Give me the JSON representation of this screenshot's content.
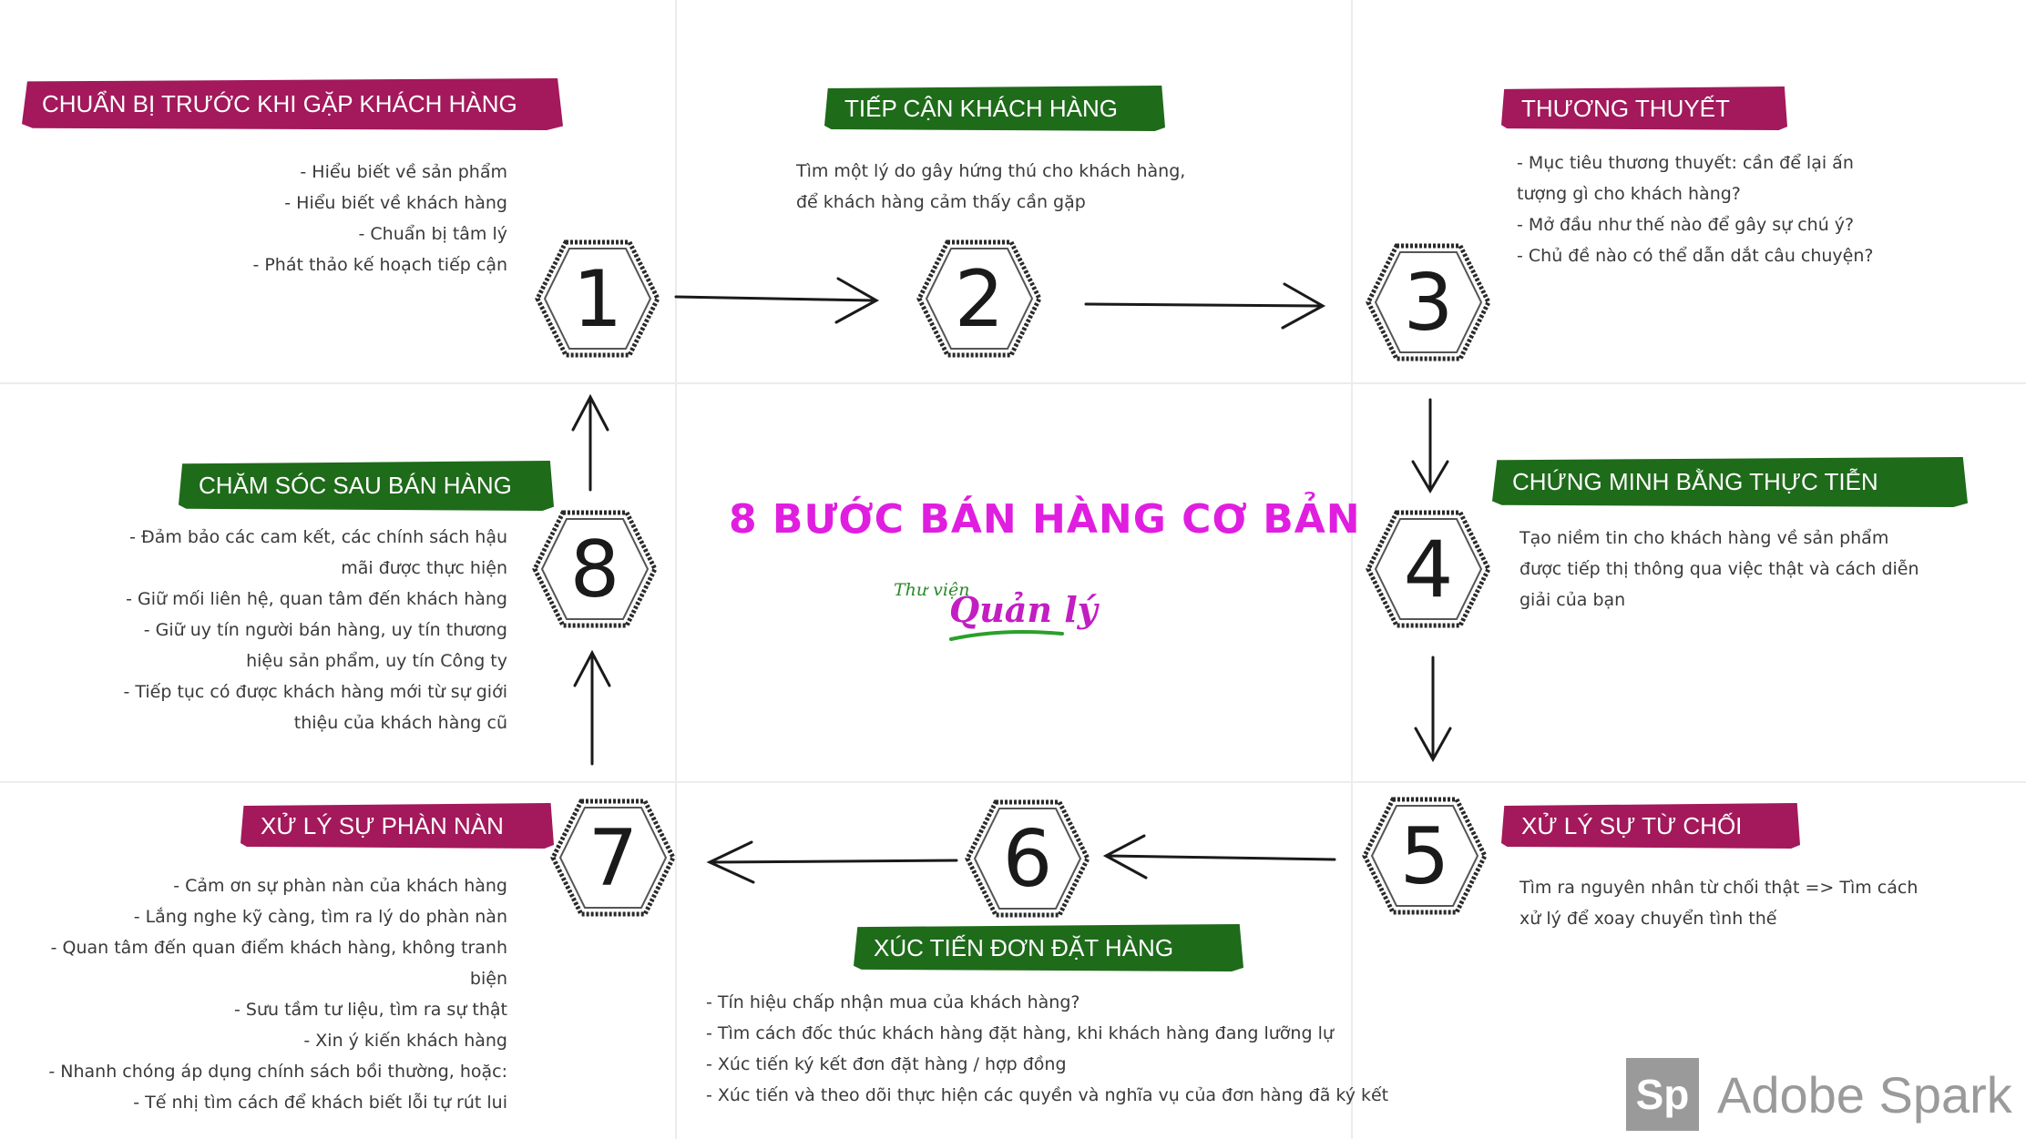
{
  "title": "8 BƯỚC BÁN HÀNG CƠ BẢN",
  "logo": {
    "small": "Thư viện",
    "big": "Quản lý"
  },
  "watermark": {
    "box": "Sp",
    "text": "Adobe Spark"
  },
  "colors": {
    "magenta": "#a3195b",
    "green": "#1e6b1a",
    "title": "#e01ee0"
  },
  "steps": [
    {
      "number": "1",
      "heading": "CHUẨN BỊ TRƯỚC KHI GẶP KHÁCH HÀNG",
      "lines": [
        "- Hiểu biết về sản phẩm",
        "- Hiểu biết về khách hàng",
        "- Chuẩn bị tâm lý",
        "- Phát thảo kế hoạch tiếp cận"
      ]
    },
    {
      "number": "2",
      "heading": "TIẾP CẬN KHÁCH HÀNG",
      "lines": [
        "Tìm một lý do gây hứng thú cho khách hàng,",
        "để khách hàng cảm thấy cần gặp"
      ]
    },
    {
      "number": "3",
      "heading": "THƯƠNG THUYẾT",
      "lines": [
        "- Mục tiêu thương thuyết: cần để lại ấn",
        "tượng gì cho khách hàng?",
        "- Mở đầu như thế nào để gây sự chú ý?",
        "- Chủ đề nào có thể dẫn dắt câu chuyện?"
      ]
    },
    {
      "number": "4",
      "heading": "CHỨNG MINH BẰNG THỰC TIỄN",
      "lines": [
        "Tạo niềm tin cho khách hàng về sản phẩm",
        "được tiếp thị thông qua việc thật và cách diễn",
        "giải của bạn"
      ]
    },
    {
      "number": "5",
      "heading": "XỬ LÝ SỰ TỪ CHỐI",
      "lines": [
        "Tìm ra nguyên nhân từ chối thật => Tìm cách",
        "xử lý để xoay chuyển tình thế"
      ]
    },
    {
      "number": "6",
      "heading": "XÚC TIẾN ĐƠN ĐẶT HÀNG",
      "lines": [
        "- Tín hiệu chấp nhận mua của khách hàng?",
        "- Tìm cách đốc thúc khách hàng đặt hàng, khi khách hàng đang lưỡng lự",
        "- Xúc tiến ký kết đơn đặt hàng / hợp đồng",
        "- Xúc tiến và theo dõi thực hiện các quyền và nghĩa vụ của đơn hàng đã ký kết"
      ]
    },
    {
      "number": "7",
      "heading": "XỬ LÝ SỰ PHÀN NÀN",
      "lines": [
        "- Cảm ơn sự phàn nàn của khách hàng",
        "- Lắng nghe kỹ càng, tìm ra lý do phàn nàn",
        "- Quan tâm đến quan điểm khách hàng, không tranh biện",
        "- Sưu tầm tư liệu, tìm ra sự thật",
        "- Xin ý kiến khách hàng",
        "- Nhanh chóng áp dụng chính sách bồi thường, hoặc:",
        "- Tế nhị tìm cách để khách biết lỗi tự rút lui"
      ]
    },
    {
      "number": "8",
      "heading": "CHĂM SÓC SAU BÁN HÀNG",
      "lines": [
        "- Đảm bảo các cam kết, các chính sách hậu",
        "mãi được thực hiện",
        "- Giữ mối liên hệ, quan tâm đến khách hàng",
        "- Giữ uy tín người bán hàng, uy tín thương",
        "hiệu sản phẩm, uy tín Công ty",
        "- Tiếp tục có được khách hàng mới từ sự giới",
        "thiệu của khách hàng cũ"
      ]
    }
  ]
}
